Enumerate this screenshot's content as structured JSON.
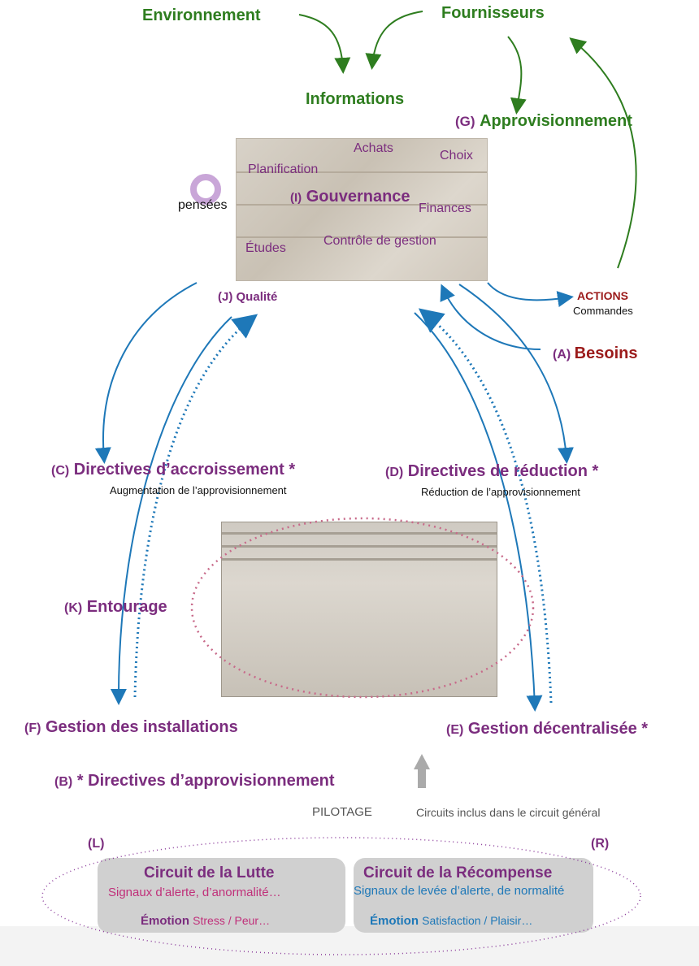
{
  "top": {
    "environnement": "Environnement",
    "fournisseurs": "Fournisseurs",
    "informations": "Informations",
    "approvisionnement_code": "(G)",
    "approvisionnement": "Approvisionnement"
  },
  "governance": {
    "achats": "Achats",
    "choix": "Choix",
    "planification": "Planification",
    "gouvernance_code": "(I)",
    "gouvernance": "Gouvernance",
    "finances": "Finances",
    "etudes": "Études",
    "controle": "Contrôle de gestion",
    "pensees": "pensées"
  },
  "right": {
    "actions": "ACTIONS",
    "commandes": "Commandes",
    "besoins_code": "(A)",
    "besoins": "Besoins"
  },
  "qualite": {
    "code": "(J)",
    "label": "Qualité"
  },
  "directives_c": {
    "code": "(C)",
    "label": "Directives d’accroissement *",
    "sub": "Augmentation de l’approvisionnement"
  },
  "directives_d": {
    "code": "(D)",
    "label": "Directives de réduction *",
    "sub": "Réduction de l’approvisionnement"
  },
  "entourage": {
    "code": "(K)",
    "label": "Entourage"
  },
  "gestion_f": {
    "code": "(F)",
    "label": "Gestion des installations"
  },
  "gestion_e": {
    "code": "(E)",
    "label": "Gestion décentralisée *"
  },
  "directives_b": {
    "code": "(B)",
    "label": "* Directives d’approvisionnement"
  },
  "pilotage": "PILOTAGE",
  "circuits_note": "Circuits inclus dans le circuit général",
  "circuit_l": {
    "code": "(L)",
    "title": "Circuit de la Lutte",
    "signals": "Signaux d’alerte, d’anormalité…",
    "emotion_label": "Émotion",
    "emotion_value": "Stress / Peur…"
  },
  "circuit_r": {
    "code": "(R)",
    "title": "Circuit de la Récompense",
    "signals": "Signaux de levée d’alerte, de normalité",
    "emotion_label": "Émotion",
    "emotion_value": "Satisfaction / Plaisir…"
  },
  "colors": {
    "green": "#2e7d1f",
    "purple": "#7b2d7e",
    "darkred": "#9b1b1b",
    "blue": "#1e78b8",
    "pink": "#c0307a"
  }
}
